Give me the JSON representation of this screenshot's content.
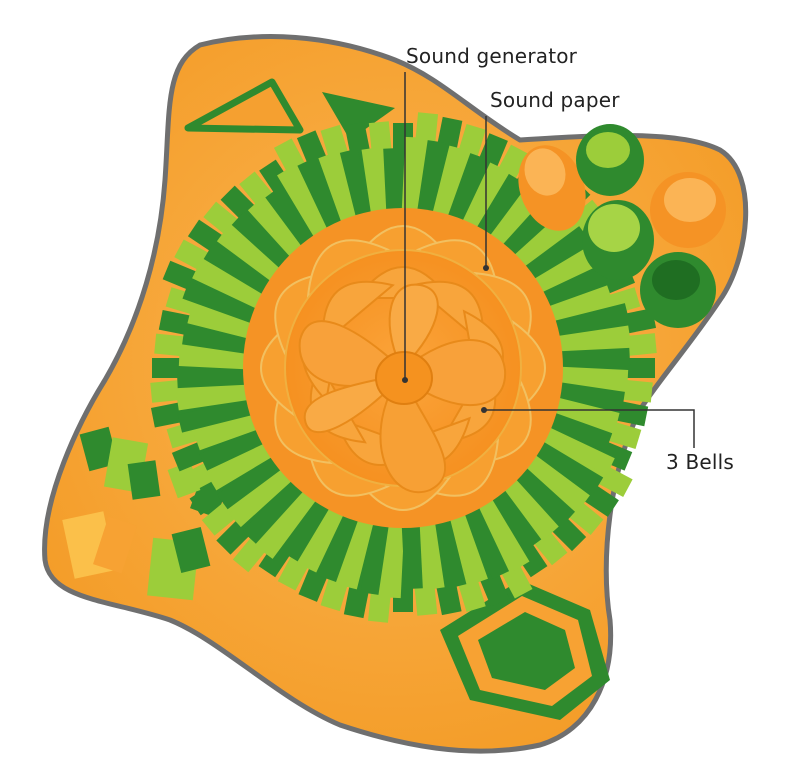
{
  "labels": {
    "sound_generator": "Sound generator",
    "sound_paper": "Sound paper",
    "bells": "3 Bells"
  },
  "colors": {
    "mat_orange": "#f7a233",
    "mat_orange_light": "#fbb857",
    "green_dark": "#2f8a2e",
    "green_light": "#9ccd3a",
    "trim_gray": "#6f6f6f",
    "label_text": "#222222",
    "leader_line": "#333333"
  }
}
